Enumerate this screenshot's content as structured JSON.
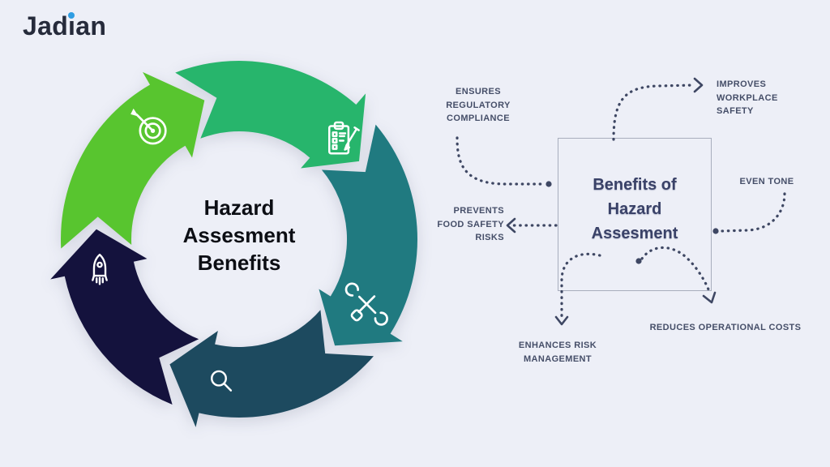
{
  "page": {
    "background_color": "#edeff7"
  },
  "logo": {
    "text": "Jadian",
    "part_jad": "Jad",
    "part_i": "ı",
    "part_an": "an",
    "text_color": "#262b3b",
    "dot_color": "#2f9de2"
  },
  "cycle": {
    "title": "Hazard\nAssesment\nBenefits",
    "title_color": "#0c0e14",
    "segments": [
      {
        "id": "goals",
        "color": "#58c52f",
        "start": 272,
        "end": 344,
        "symbol": "target",
        "icon_angle": 321,
        "icon_size": 56
      },
      {
        "id": "audit",
        "color": "#27b56c",
        "start": 344,
        "end": 415,
        "symbol": "clipboard",
        "icon_angle": 46,
        "icon_size": 54
      },
      {
        "id": "maintenance",
        "color": "#207a80",
        "start": 55,
        "end": 136,
        "symbol": "tools",
        "icon_angle": 117,
        "icon_size": 54
      },
      {
        "id": "inspection",
        "color": "#1d4a5f",
        "start": 136,
        "end": 207,
        "symbol": "magnifier",
        "icon_angle": 187,
        "icon_size": 42
      },
      {
        "id": "launch",
        "color": "#14123d",
        "start": 207,
        "end": 272,
        "symbol": "rocket",
        "icon_angle": 257,
        "icon_size": 52
      }
    ]
  },
  "mindmap": {
    "box_title": "Benefits of\nHazard\nAssesment",
    "box_title_color": "#3a4268",
    "connector_color": "#3e4763",
    "label_color": "#454e68",
    "labels": {
      "ensures": "ENSURES\nREGULATORY\nCOMPLIANCE",
      "improves": "IMPROVES\nWORKPLACE\nSAFETY",
      "even_tone": "EVEN TONE",
      "prevents": "PREVENTS\nFOOD SAFETY\nRISKS",
      "reduces": "REDUCES OPERATIONAL COSTS",
      "enhances": "ENHANCES RISK\nMANAGEMENT"
    }
  }
}
